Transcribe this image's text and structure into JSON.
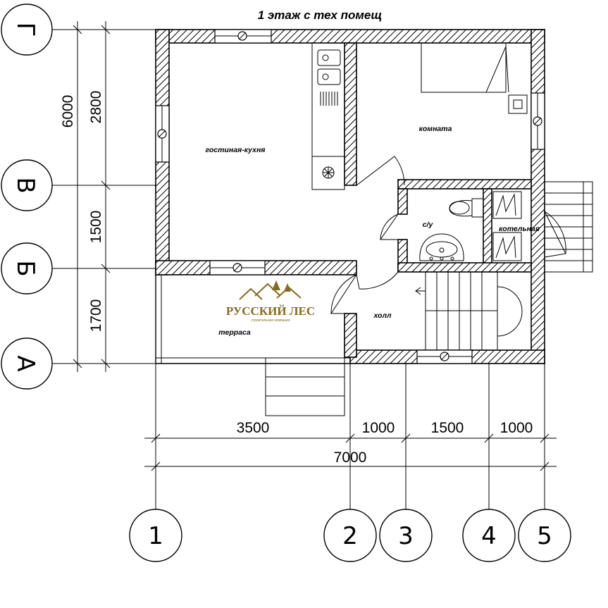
{
  "title": "1 этаж с тех помещ",
  "axes": {
    "rows": [
      "Г",
      "В",
      "Б",
      "А"
    ],
    "columns": [
      "1",
      "2",
      "3",
      "4",
      "5"
    ]
  },
  "dimensions": {
    "vertical_total": "6000",
    "vertical_segments": [
      "2800",
      "1500",
      "1700"
    ],
    "horizontal_segments": [
      "3500",
      "1000",
      "1500",
      "1000"
    ],
    "horizontal_total": "7000"
  },
  "rooms": {
    "living_kitchen": "гостиная-кухня",
    "bedroom": "комната",
    "bathroom": "с/у",
    "boiler": "котельная",
    "hall": "холл",
    "terrace": "терраса"
  },
  "logo": {
    "name": "РУССКИЙ ЛЕС",
    "tagline": "строительная компания"
  },
  "colors": {
    "lines": "#000000",
    "background": "#ffffff",
    "logo": "#8a6a1a"
  }
}
